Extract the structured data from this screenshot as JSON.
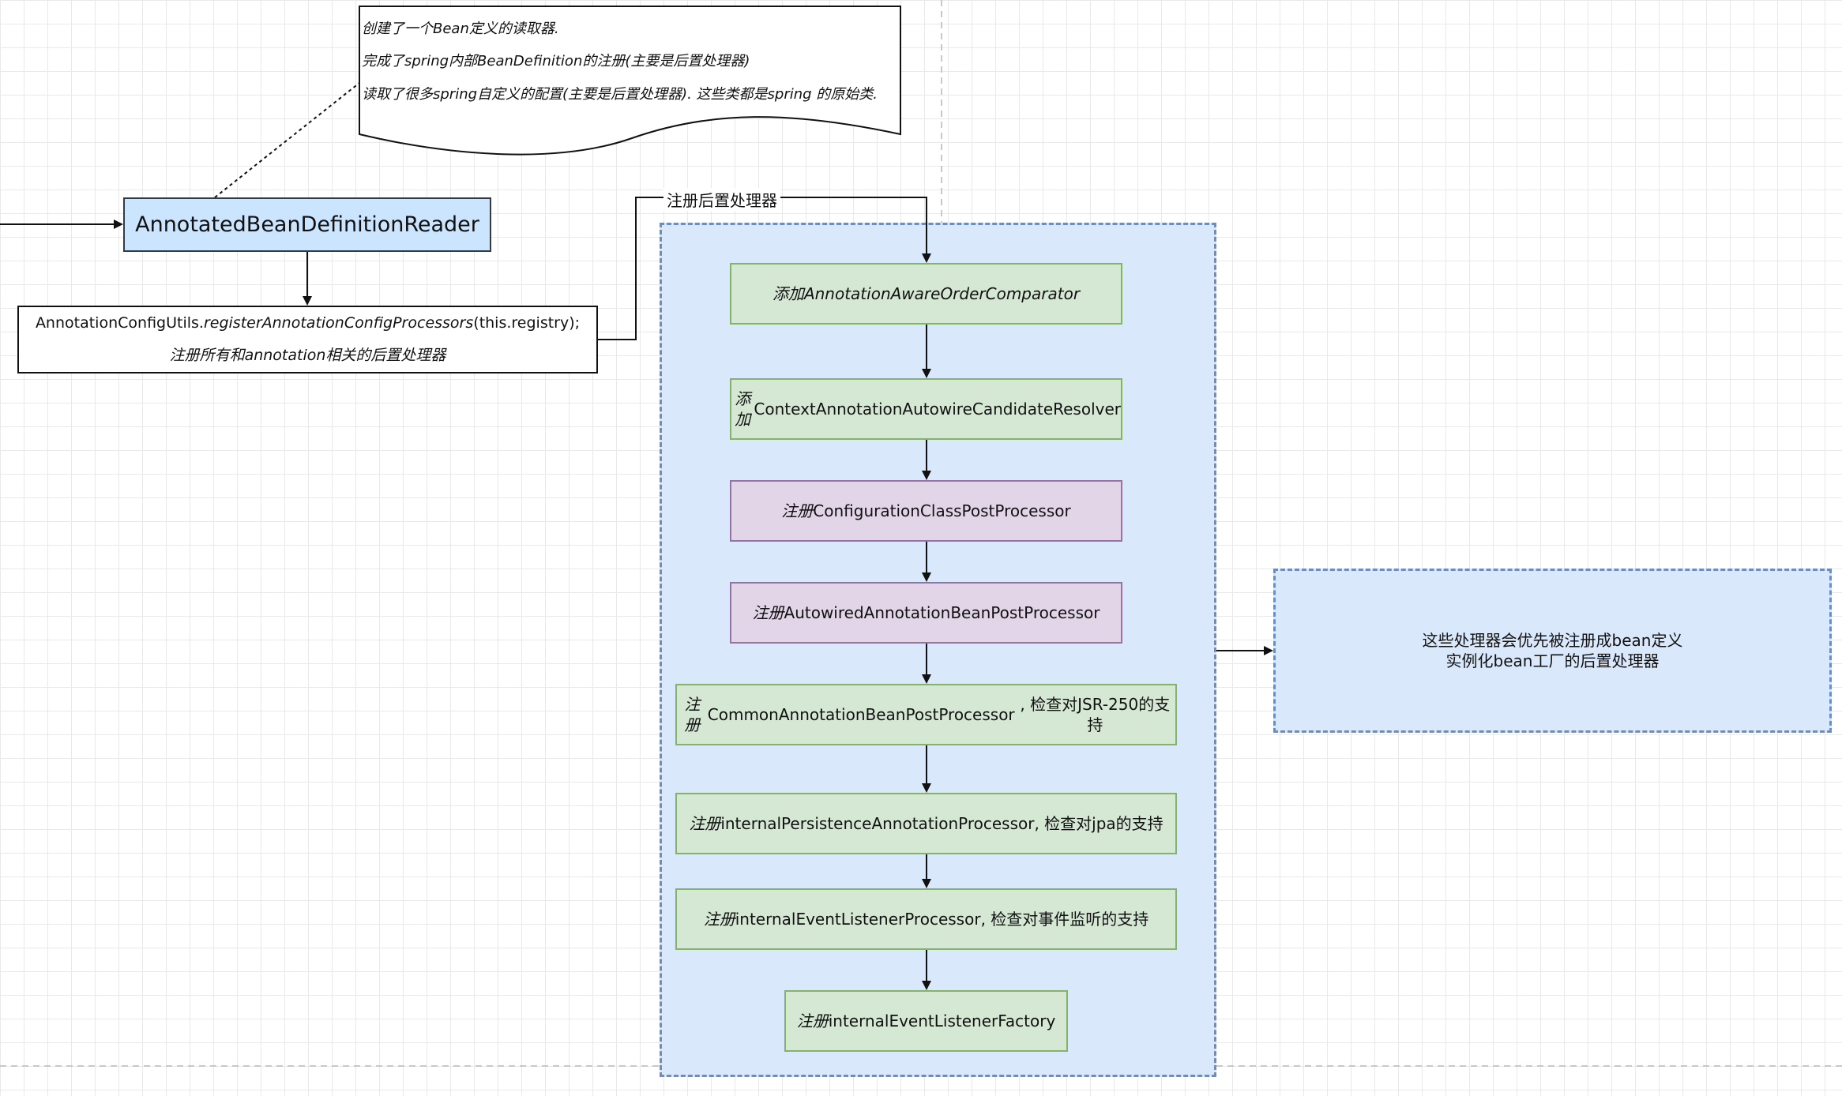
{
  "note": {
    "line1": "创建了一个Bean定义的读取器.",
    "line2": "完成了spring内部BeanDefinition的注册(主要是后置处理器)",
    "line3": "读取了很多spring自定义的配置(主要是后置处理器). 这些类都是spring 的原始类."
  },
  "reader_box": {
    "label": "AnnotatedBeanDefinitionReader"
  },
  "utils_box": {
    "prefix": "AnnotationConfigUtils.",
    "method": "registerAnnotationConfigProcessors",
    "suffix": "(this.registry);",
    "line2": "注册所有和annotation相关的后置处理器"
  },
  "edge_label": "注册后置处理器",
  "steps": [
    {
      "prefix": "添加",
      "name": "AnnotationAwareOrderComparator",
      "suffix": ""
    },
    {
      "prefix": "添加",
      "name": "ContextAnnotationAutowireCandidateResolver",
      "suffix": ""
    },
    {
      "prefix": "注册",
      "name": "ConfigurationClassPostProcessor",
      "suffix": ""
    },
    {
      "prefix": "注册",
      "name": "AutowiredAnnotationBeanPostProcessor",
      "suffix": ""
    },
    {
      "prefix": "注册",
      "name": "CommonAnnotationBeanPostProcessor",
      "suffix": ", 检查对JSR-250的支持"
    },
    {
      "prefix": "注册",
      "name": "internalPersistenceAnnotationProcessor",
      "suffix": ", 检查对jpa的支持"
    },
    {
      "prefix": "注册",
      "name": "internalEventListenerProcessor",
      "suffix": ", 检查对事件监听的支持"
    },
    {
      "prefix": "注册",
      "name": "internalEventListenerFactory",
      "suffix": ""
    }
  ],
  "side_box": {
    "line1": "这些处理器会优先被注册成bean定义",
    "line2": "实例化bean工厂的后置处理器"
  },
  "colors": {
    "blue_fill": "#dae8fc",
    "blue_stroke": "#6c8ebf",
    "green_fill": "#d5e8d4",
    "green_stroke": "#82b366",
    "purple_fill": "#e1d5e7",
    "purple_stroke": "#9673a6",
    "reader_fill": "#cce5ff"
  }
}
